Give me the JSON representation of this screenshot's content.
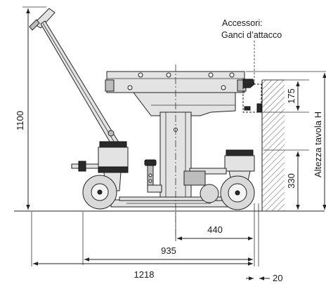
{
  "annotation": {
    "line1": "Accessori:",
    "line2": "Ganci d’attacco"
  },
  "dimensions": {
    "overall_height": "1100",
    "upper_height": "175",
    "lower_height": "330",
    "table_height_label": "Altezza tavola H",
    "dim_440": "440",
    "dim_935": "935",
    "dim_1218": "1218",
    "dim_20": "20"
  }
}
